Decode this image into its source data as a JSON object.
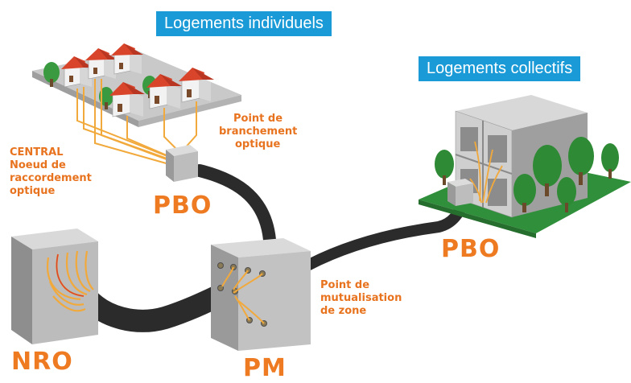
{
  "banners": {
    "individual": "Logements individuels",
    "collective": "Logements collectifs"
  },
  "labels": {
    "central_title": "CENTRAL",
    "central_line1": "Noeud de",
    "central_line2": "raccordement",
    "central_line3": "optique",
    "pbo_desc_line1": "Point de",
    "pbo_desc_line2": "branchement",
    "pbo_desc_line3": "optique",
    "pm_desc_line1": "Point de",
    "pm_desc_line2": "mutualisation",
    "pm_desc_line3": "de zone"
  },
  "nodes": {
    "pbo_left": "PBO",
    "pbo_right": "PBO",
    "nro": "NRO",
    "pm": "PM"
  },
  "colors": {
    "banner_bg": "#1a9ad6",
    "label_orange": "#e8731f",
    "cable": "#2b2b2b",
    "fiber": "#f2a93b",
    "roof": "#d9452b",
    "grass": "#2f8f3a"
  }
}
